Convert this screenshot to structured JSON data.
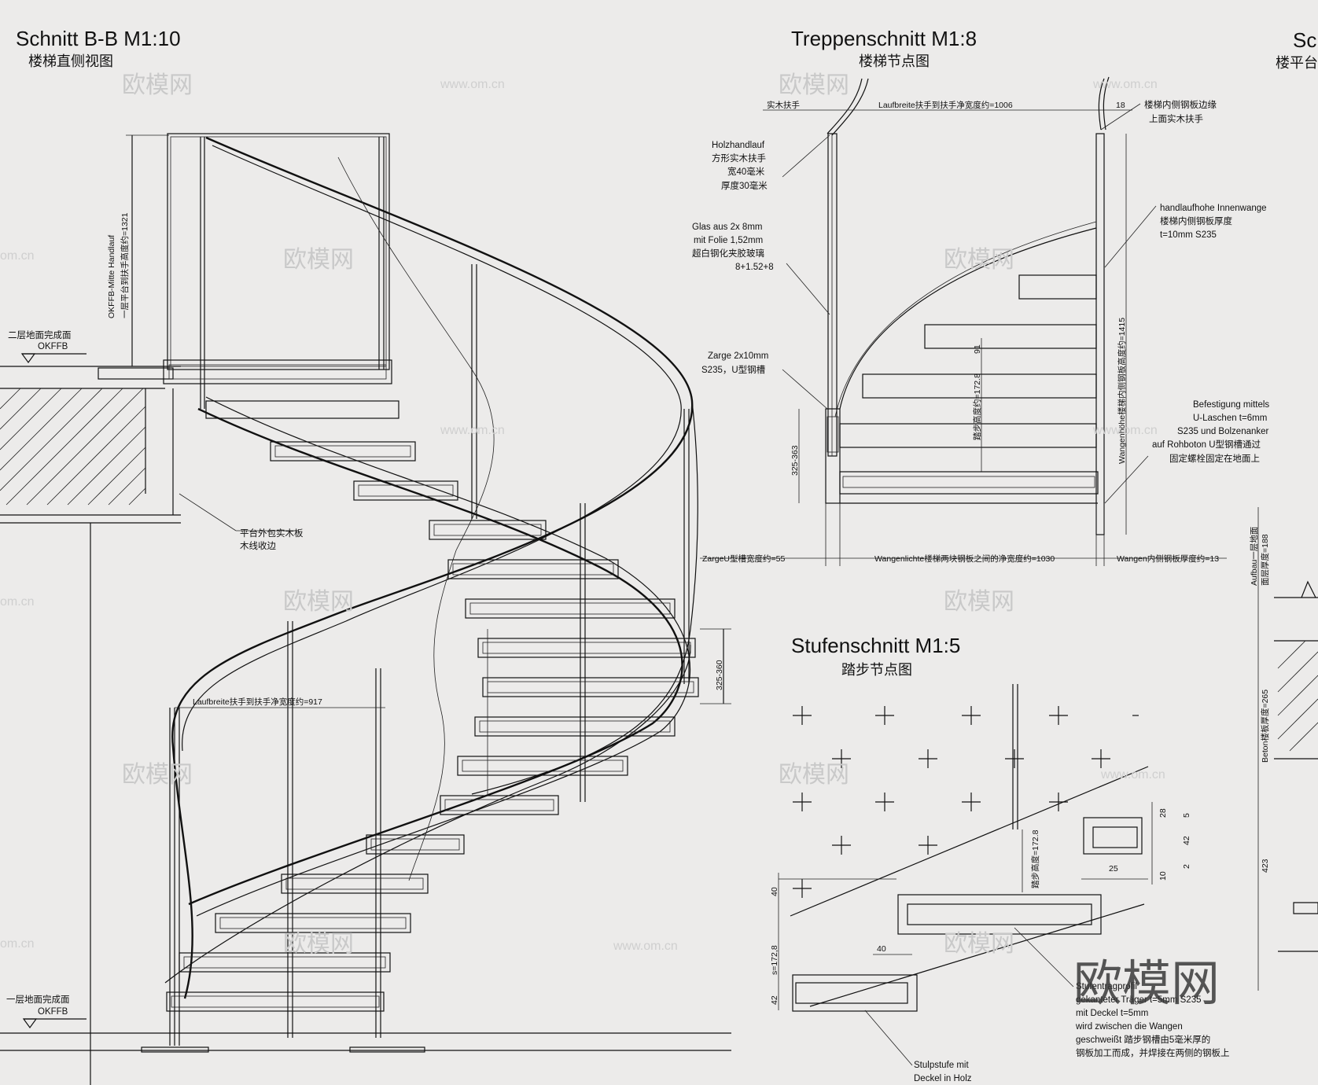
{
  "views": {
    "section_bb": {
      "title": "Schnitt B-B   M1:10",
      "subtitle": "楼梯直侧视图",
      "label_handlauf": "OKFFB-Mitte Handlauf",
      "label_handlauf_cn": "一层平台到扶手高度约=1321",
      "label_level_top_cn": "二层地面完成面",
      "label_level_top": "OKFFB",
      "label_platform_cn1": "平台外包实木板",
      "label_platform_cn2": "木线收边",
      "label_laufbreite": "Laufbreite扶手到扶手净宽度约=917",
      "label_riser_dim": "325-360",
      "label_level_bottom_cn": "一层地面完成面",
      "label_level_bottom": "OKFFB"
    },
    "treppenschnitt": {
      "title": "Treppenschnitt   M1:8",
      "subtitle": "楼梯节点图",
      "label_solid_rail": "实木扶手",
      "label_laufbreite": "Laufbreite扶手到扶手净宽度约=1006",
      "dim_18": "18",
      "label_inner_cn1": "楼梯内侧钢板边缘",
      "label_inner_cn2": "上面实木扶手",
      "label_holz1": "Holzhandlauf",
      "label_holz2": "方形实木扶手",
      "label_holz3": "宽40毫米",
      "label_holz4": "厚度30毫米",
      "label_glas1": "Glas aus 2x 8mm",
      "label_glas2": "mit Folie 1,52mm",
      "label_glas3": "超白钢化夹胶玻璃",
      "label_glas4": "8+1.52+8",
      "label_zarge1": "Zarge 2x10mm",
      "label_zarge2": "S235，U型钢槽",
      "label_hl1": "handlaufhohe Innenwange",
      "label_hl2": "楼梯内侧钢板厚度",
      "label_hl3": "t=10mm S235",
      "dim_325": "325-363",
      "dim_wange_height": "Wangenhöhe楼梯内侧钢板高度约=1415",
      "dim_step_height": "踏步高度约=172.8",
      "dim_91": "91",
      "label_bef1": "Befestigung mittels",
      "label_bef2": "U-Laschen t=6mm",
      "label_bef3": "S235 und Bolzenanker",
      "label_bef4": "auf Rohboton U型钢槽通过",
      "label_bef5": "固定螺栓固定在地面上",
      "label_zarge_width": "ZargeU型槽宽度约=55",
      "label_wangenlichte": "Wangenlichte楼梯两块钢板之间的净宽度约=1030",
      "label_wangen_thick": "Wangen内侧钢板厚度约=13"
    },
    "stufenschnitt": {
      "title": "Stufenschnitt   M1:5",
      "subtitle": "踏步节点图",
      "dim_step_v": "踏步高度=172.8",
      "dim_28": "28",
      "dim_5": "5",
      "dim_42": "42",
      "dim_10": "10",
      "dim_2": "2",
      "dim_25": "25",
      "dim_40": "40",
      "dim_40b": "40",
      "dim_s": "s=172,8",
      "dim_42b": "42",
      "label_stufe1": "Stufentragprofil",
      "label_stufe2": "gekanteter Träger t=5mm S235",
      "label_stufe3": "mit Deckel t=5mm",
      "label_stufe4": "wird zwischen die Wangen",
      "label_stufe5": "geschweißt 踏步钢槽由5毫米厚的",
      "label_stufe6": "钢板加工而成，并焊接在两侧的钢板上",
      "label_stulp1": "Stulpstufe mit",
      "label_stulp2": "Deckel in Holz"
    },
    "section_cut": {
      "title": "Sc",
      "subtitle": "楼平台",
      "label_aufbau": "Aufbau一层地面",
      "label_aufbau2": "面层厚度=188",
      "label_beton": "Beton楼板厚度=265",
      "dim_423": "423"
    }
  },
  "watermarks": {
    "brand": "欧模网",
    "url": "www.om.cn",
    "url_short": "om.cn"
  }
}
